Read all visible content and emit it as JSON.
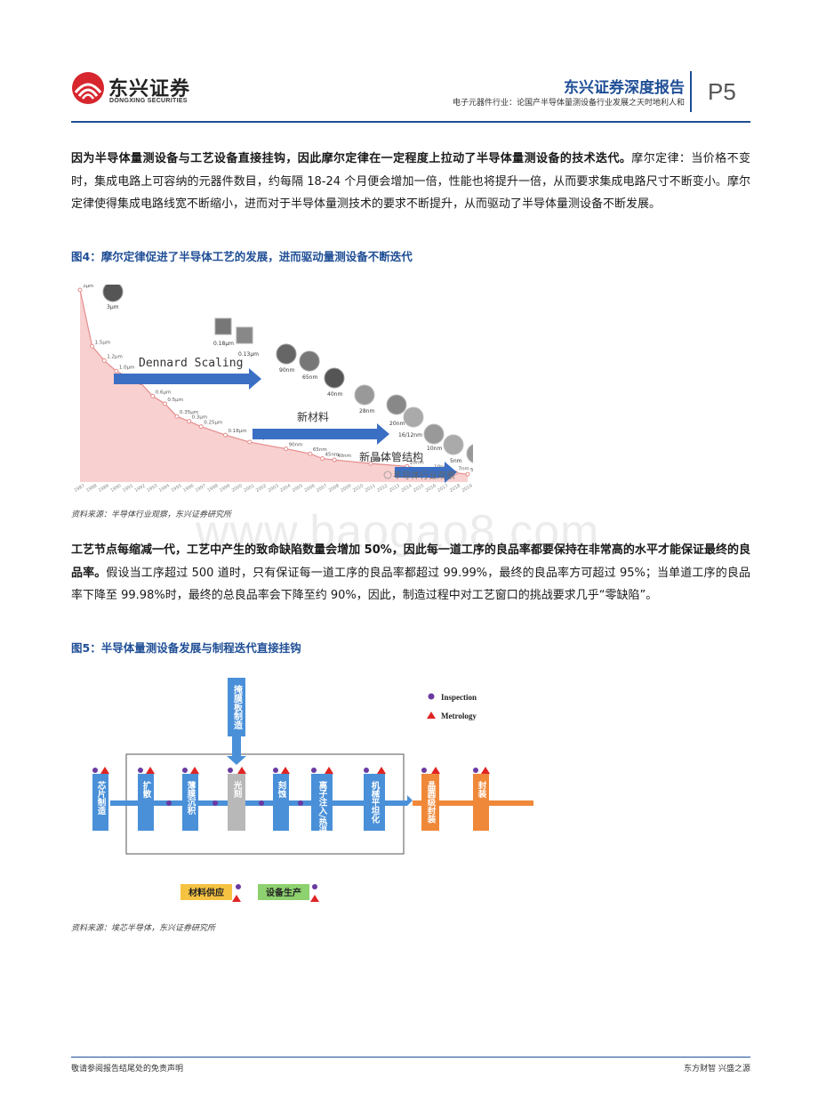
{
  "header": {
    "logo_cn": "东兴证券",
    "logo_en": "DONGXING SECURITIES",
    "report_title": "东兴证券深度报告",
    "report_subtitle": "电子元器件行业：论国产半导体量测设备行业发展之天时地利人和",
    "page_number": "P5"
  },
  "para1": {
    "bold": "因为半导体量测设备与工艺设备直接挂钩，因此摩尔定律在一定程度上拉动了半导体量测设备的技术迭代。",
    "normal": "摩尔定律：当价格不变时，集成电路上可容纳的元器件数目，约每隔 18-24 个月便会增加一倍，性能也将提升一倍，从而要求集成电路尺寸不断变小。摩尔定律使得集成电路线宽不断缩小，进而对于半导体量测技术的要求不断提升，从而驱动了半导体量测设备不断发展。"
  },
  "figure4": {
    "title": "图4：摩尔定律促进了半导体工艺的发展，进而驱动量测设备不断迭代",
    "source": "资料来源：半导体行业观察，东兴证券研究所",
    "arrow_labels": [
      "Dennard Scaling",
      "新材料",
      "新晶体管结构"
    ],
    "wechat_mark": "半导体行业观察",
    "node_labels": [
      "3μm",
      "0.18μm",
      "0.13μm",
      "90nm",
      "65nm",
      "40nm",
      "28nm",
      "20nm",
      "16/12nm",
      "10nm",
      "5nm",
      "5nm"
    ]
  },
  "chart_data": {
    "type": "area",
    "title": "",
    "xlabel": "",
    "ylabel": "",
    "x": [
      "1987",
      "1988",
      "1989",
      "1990",
      "1991",
      "1992",
      "1993",
      "1994",
      "1995",
      "1996",
      "1997",
      "1998",
      "1999",
      "2000",
      "2001",
      "2002",
      "2003",
      "2004",
      "2005",
      "2006",
      "2007",
      "2008",
      "2009",
      "2010",
      "2011",
      "2012",
      "2013",
      "2014",
      "2015",
      "2016",
      "2017",
      "2018",
      "2019"
    ],
    "points": [
      {
        "x": "1987",
        "label": "3μm",
        "value": 3.0
      },
      {
        "x": "1988",
        "label": "1.5μm",
        "value": 1.5
      },
      {
        "x": "1989",
        "label": "1.2μm",
        "value": 1.2
      },
      {
        "x": "1990",
        "label": "1.0μm",
        "value": 1.0
      },
      {
        "x": "1992",
        "label": "0.8μm",
        "value": 0.8
      },
      {
        "x": "1993",
        "label": "0.6μm",
        "value": 0.6
      },
      {
        "x": "1994",
        "label": "0.5μm",
        "value": 0.5
      },
      {
        "x": "1995",
        "label": "0.35μm",
        "value": 0.35
      },
      {
        "x": "1996",
        "label": "0.3μm",
        "value": 0.3
      },
      {
        "x": "1997",
        "label": "0.25μm",
        "value": 0.25
      },
      {
        "x": "1999",
        "label": "0.18μm",
        "value": 0.18
      },
      {
        "x": "2001",
        "label": "0.13μm",
        "value": 0.13
      },
      {
        "x": "2004",
        "label": "90nm",
        "value": 0.09
      },
      {
        "x": "2006",
        "label": "65nm",
        "value": 0.065
      },
      {
        "x": "2007",
        "label": "45nm",
        "value": 0.045
      },
      {
        "x": "2008",
        "label": "40nm",
        "value": 0.04
      },
      {
        "x": "2011",
        "label": "28nm",
        "value": 0.028
      },
      {
        "x": "2014",
        "label": "20nm",
        "value": 0.02
      },
      {
        "x": "2016",
        "label": "10nm",
        "value": 0.01
      },
      {
        "x": "2018",
        "label": "7nm",
        "value": 0.007
      },
      {
        "x": "2019",
        "label": "5nm",
        "value": 0.005
      }
    ],
    "colors": {
      "fill": "#f7c9c9",
      "line": "#e78f8f",
      "arrow": "#3b6fc4"
    }
  },
  "para2": {
    "bold": "工艺节点每缩减一代，工艺中产生的致命缺陷数量会增加 50%，因此每一道工序的良品率都要保持在非常高的水平才能保证最终的良品率。",
    "normal": "假设当工序超过 500 道时，只有保证每一道工序的良品率都超过 99.99%，最终的良品率方可超过 95%；当单道工序的良品率下降至 99.98%时，最终的总良品率会下降至约 90%，因此，制造过程中对工艺窗口的挑战要求几乎“零缺陷”。"
  },
  "figure5": {
    "title": "图5：半导体量测设备发展与制程迭代直接挂钩",
    "source": "资料来源：埃芯半导体，东兴证券研究所",
    "legend": {
      "inspection": "Inspection",
      "metrology": "Metrology"
    },
    "top_box": "掩膜板制造",
    "steps": [
      "芯片制造",
      "扩散",
      "薄膜沉积",
      "光刻",
      "刻蚀",
      "离子注入/热退火",
      "机械平坦化",
      "晶圆级封装",
      "封装"
    ],
    "bottom_tags": [
      "材料供应",
      "设备生产"
    ],
    "colors": {
      "blue": "#4a90d9",
      "gray": "#b8b8b8",
      "orange": "#f0883a",
      "yellow": "#f5c242",
      "green": "#8ed16f",
      "inspection": "#6a3aa0",
      "metrology": "#e02424"
    }
  },
  "watermark": "www.baogao8.com",
  "footer": {
    "left": "敬请参阅报告结尾处的免责声明",
    "right": "东方财智 兴盛之源"
  }
}
